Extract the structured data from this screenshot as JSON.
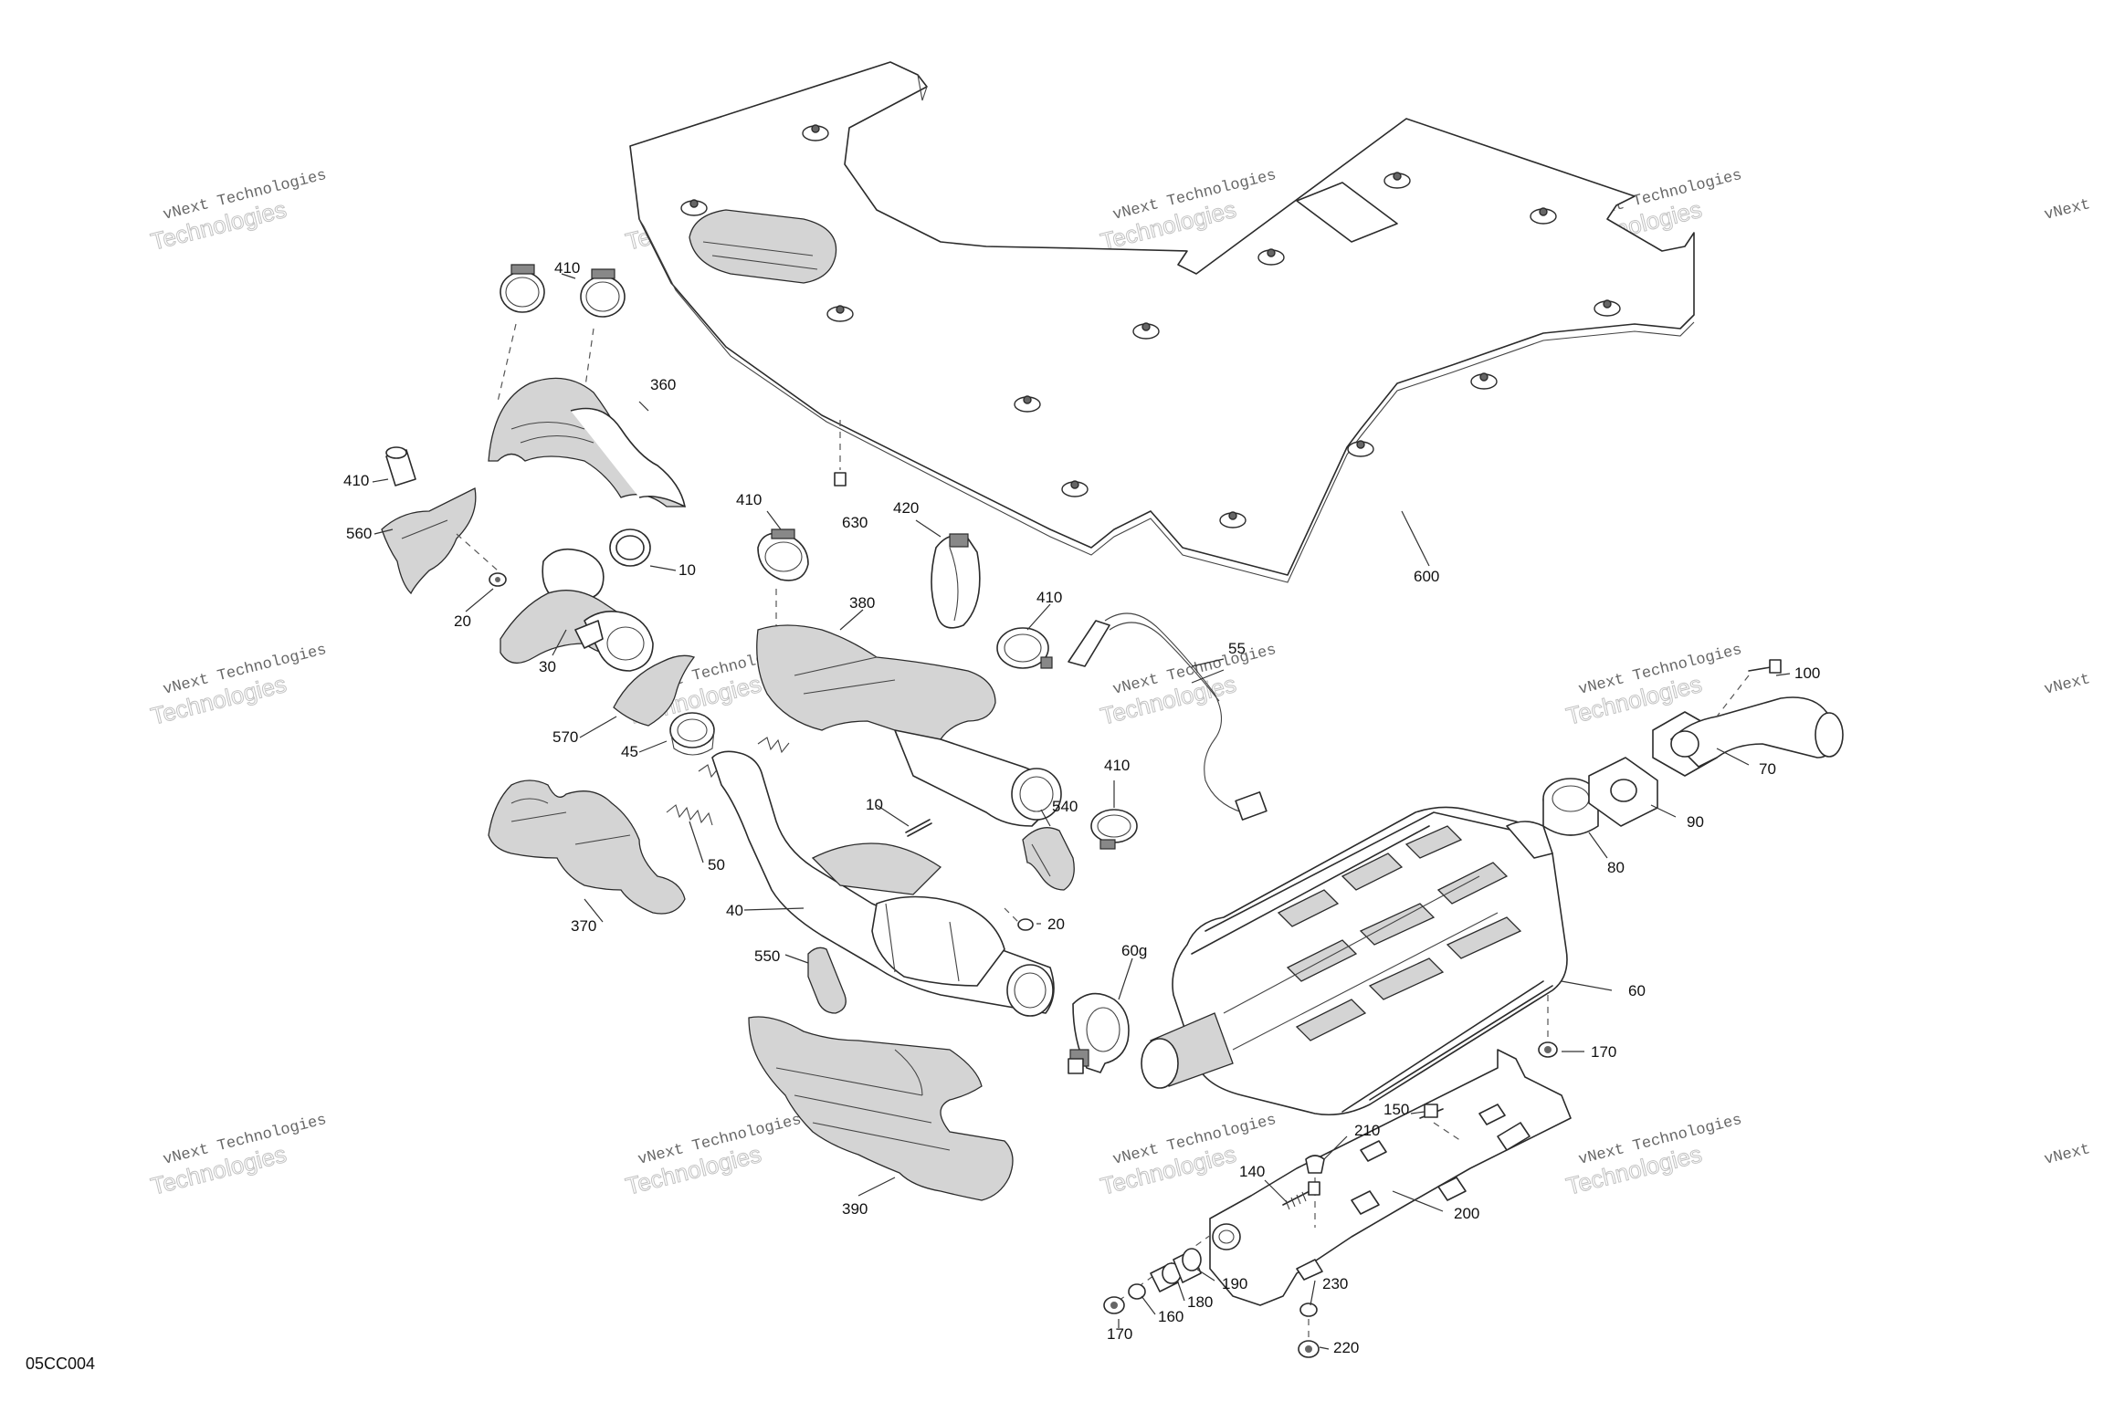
{
  "diagram_id": "05CC004",
  "watermark": {
    "line1": "vNext Technologies",
    "line2": "Technologies",
    "prefix": "vNext"
  },
  "callouts": [
    {
      "id": "600",
      "text": "600"
    },
    {
      "id": "630",
      "text": "630"
    },
    {
      "id": "410a",
      "text": "410"
    },
    {
      "id": "360",
      "text": "360"
    },
    {
      "id": "410b",
      "text": "410"
    },
    {
      "id": "560",
      "text": "560"
    },
    {
      "id": "10a",
      "text": "10"
    },
    {
      "id": "20a",
      "text": "20"
    },
    {
      "id": "30",
      "text": "30"
    },
    {
      "id": "570",
      "text": "570"
    },
    {
      "id": "45",
      "text": "45"
    },
    {
      "id": "410c",
      "text": "410"
    },
    {
      "id": "420",
      "text": "420"
    },
    {
      "id": "380",
      "text": "380"
    },
    {
      "id": "410d",
      "text": "410"
    },
    {
      "id": "55",
      "text": "55"
    },
    {
      "id": "50",
      "text": "50"
    },
    {
      "id": "370",
      "text": "370"
    },
    {
      "id": "10b",
      "text": "10"
    },
    {
      "id": "40",
      "text": "40"
    },
    {
      "id": "410e",
      "text": "410"
    },
    {
      "id": "540",
      "text": "540"
    },
    {
      "id": "20b",
      "text": "20"
    },
    {
      "id": "550",
      "text": "550"
    },
    {
      "id": "60g",
      "text": "60g"
    },
    {
      "id": "390",
      "text": "390"
    },
    {
      "id": "100",
      "text": "100"
    },
    {
      "id": "70",
      "text": "70"
    },
    {
      "id": "90",
      "text": "90"
    },
    {
      "id": "80",
      "text": "80"
    },
    {
      "id": "60",
      "text": "60"
    },
    {
      "id": "170a",
      "text": "170"
    },
    {
      "id": "150",
      "text": "150"
    },
    {
      "id": "210",
      "text": "210"
    },
    {
      "id": "140",
      "text": "140"
    },
    {
      "id": "200",
      "text": "200"
    },
    {
      "id": "190",
      "text": "190"
    },
    {
      "id": "230",
      "text": "230"
    },
    {
      "id": "180",
      "text": "180"
    },
    {
      "id": "160",
      "text": "160"
    },
    {
      "id": "220",
      "text": "220"
    },
    {
      "id": "170b",
      "text": "170"
    }
  ]
}
